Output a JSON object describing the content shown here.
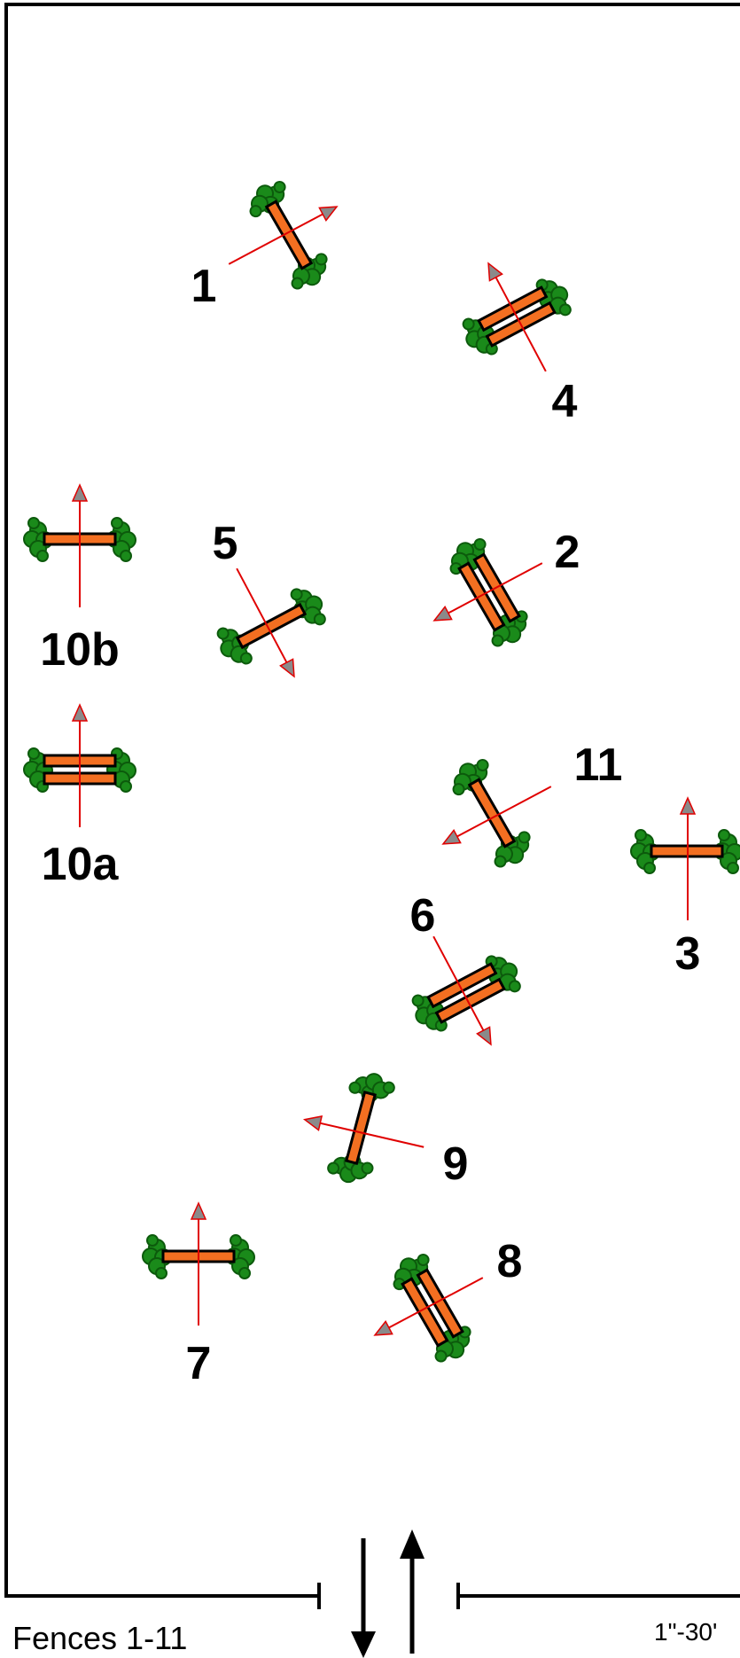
{
  "caption": "Fences 1-11",
  "scale": "1\"-30'",
  "fences": [
    {
      "id": "f1",
      "label": "1",
      "rails": 1
    },
    {
      "id": "f2",
      "label": "2",
      "rails": 2
    },
    {
      "id": "f3",
      "label": "3",
      "rails": 1
    },
    {
      "id": "f4",
      "label": "4",
      "rails": 2
    },
    {
      "id": "f5",
      "label": "5",
      "rails": 1
    },
    {
      "id": "f6",
      "label": "6",
      "rails": 2
    },
    {
      "id": "f7",
      "label": "7",
      "rails": 1
    },
    {
      "id": "f8",
      "label": "8",
      "rails": 2
    },
    {
      "id": "f9",
      "label": "9",
      "rails": 1
    },
    {
      "id": "f10a",
      "label": "10a",
      "rails": 2
    },
    {
      "id": "f10b",
      "label": "10b",
      "rails": 1
    },
    {
      "id": "f11",
      "label": "11",
      "rails": 1
    }
  ],
  "colors": {
    "rail": "#f36f21",
    "shrub": "#1a8a1a",
    "direction_arrow": "#e00000",
    "arena_wall": "#000000"
  }
}
